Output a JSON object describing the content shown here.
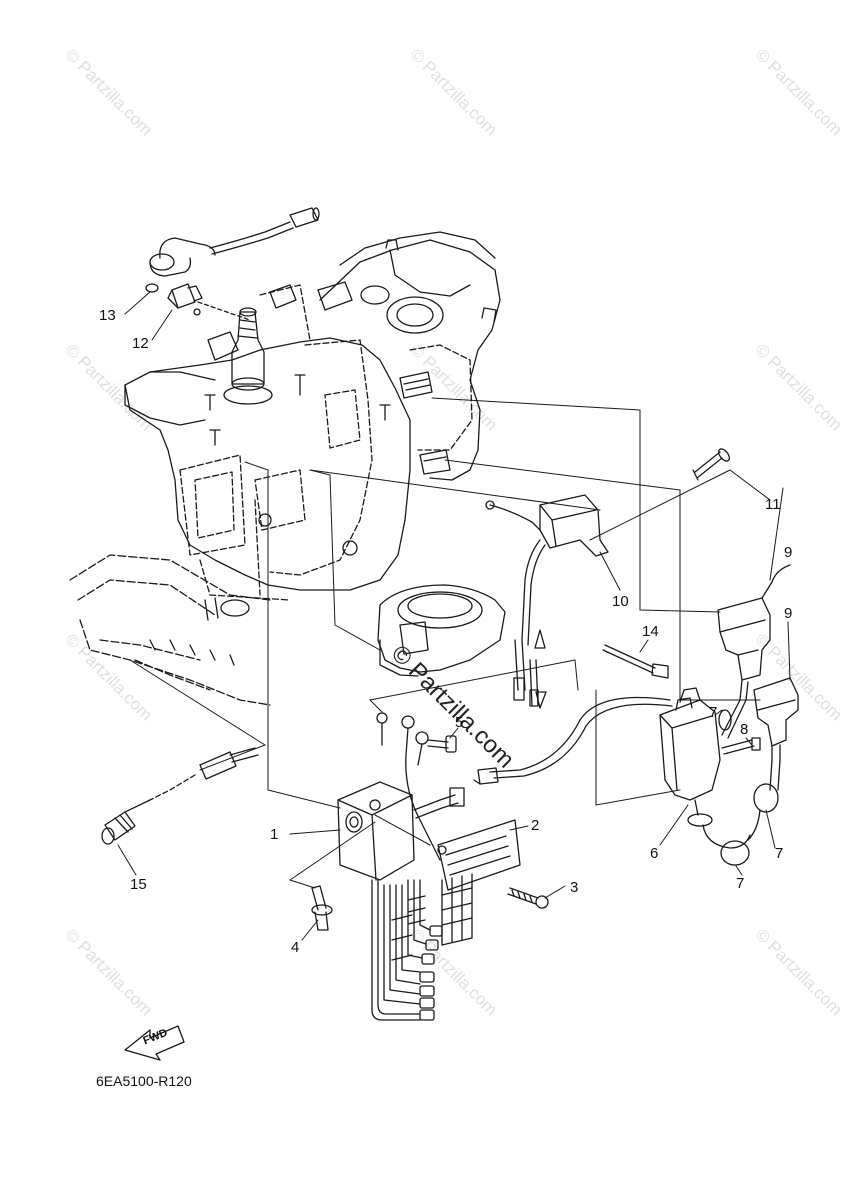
{
  "diagram": {
    "code": "6EA5100-R120",
    "fwd_label": "FWD",
    "watermark": "© Partzilla.com",
    "callouts": [
      {
        "id": "1",
        "text": "1"
      },
      {
        "id": "2",
        "text": "2"
      },
      {
        "id": "3",
        "text": "3"
      },
      {
        "id": "4",
        "text": "4"
      },
      {
        "id": "5",
        "text": "5"
      },
      {
        "id": "6",
        "text": "6"
      },
      {
        "id": "7a",
        "text": "7"
      },
      {
        "id": "7b",
        "text": "7"
      },
      {
        "id": "7c",
        "text": "7"
      },
      {
        "id": "8",
        "text": "8"
      },
      {
        "id": "9a",
        "text": "9"
      },
      {
        "id": "9b",
        "text": "9"
      },
      {
        "id": "10",
        "text": "10"
      },
      {
        "id": "11",
        "text": "11"
      },
      {
        "id": "12",
        "text": "12"
      },
      {
        "id": "13",
        "text": "13"
      },
      {
        "id": "14",
        "text": "14"
      },
      {
        "id": "15",
        "text": "15"
      }
    ]
  },
  "colors": {
    "line": "#1a1a1a",
    "watermark": "#999999"
  }
}
